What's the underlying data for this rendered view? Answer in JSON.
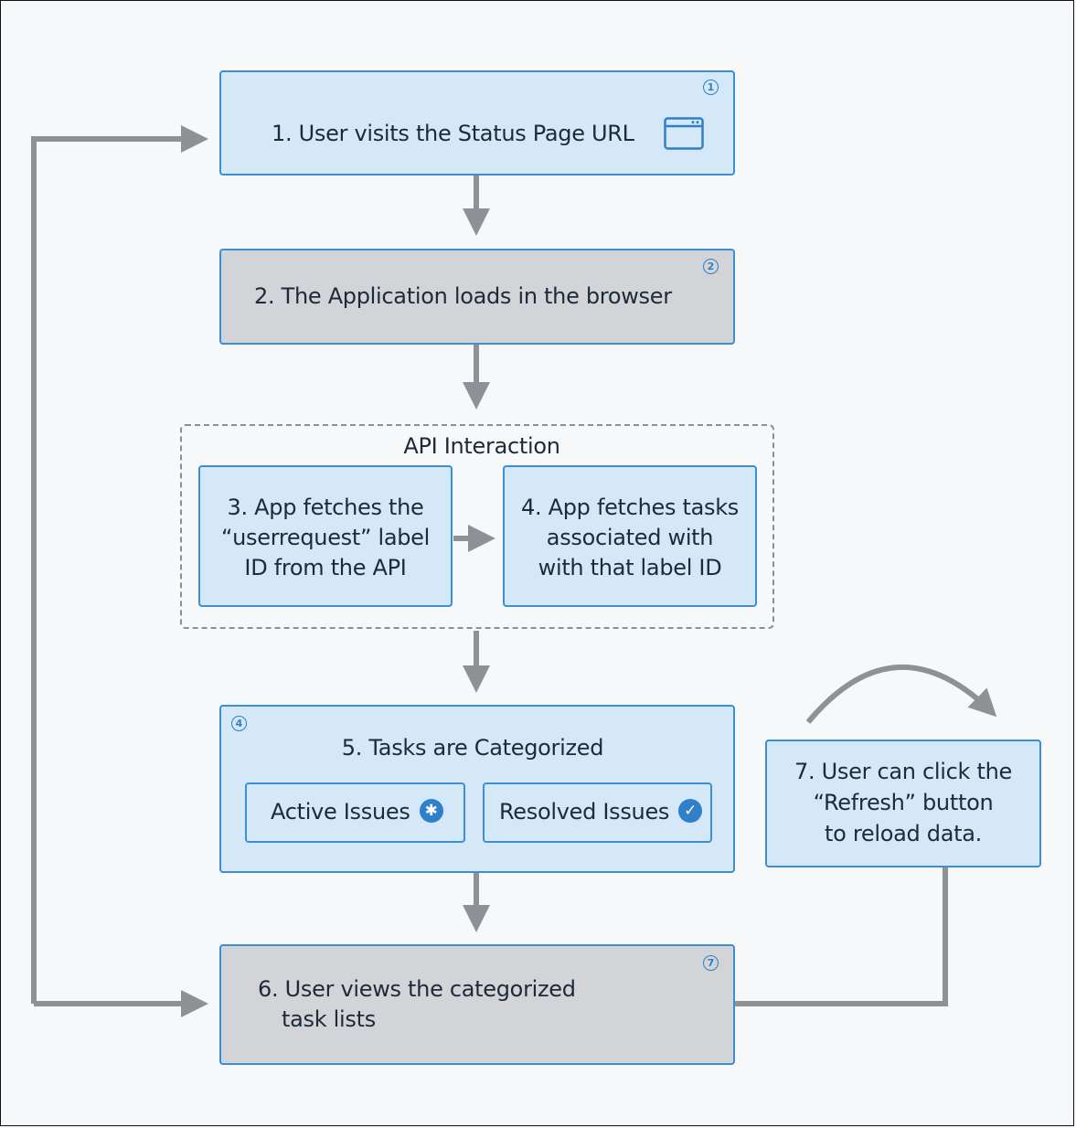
{
  "steps": {
    "s1": {
      "text": "1. User visits the Status Page URL",
      "badge": "1"
    },
    "s2": {
      "text": "2. The Application loads in the browser",
      "badge": "2"
    },
    "group_label": "API Interaction",
    "s3": {
      "line1": "3. App fetches the",
      "line2": "“userrequest” label",
      "line3": "ID from the API"
    },
    "s4": {
      "line1": "4. App fetches tasks",
      "line2": "associated with",
      "line3": "with that label ID"
    },
    "s5": {
      "title": "5. Tasks are Categorized",
      "badge": "4",
      "active": "Active Issues",
      "resolved": "Resolved Issues"
    },
    "s6": {
      "line1": "6. User views the categorized",
      "line2": "task lists",
      "badge": "7"
    },
    "s7": {
      "line1": "7. User can click the",
      "line2": "“Refresh” button",
      "line3": "to reload data."
    }
  },
  "icons": {
    "browser": "browser-window-icon",
    "active": "wrench-icon",
    "resolved": "check-circle-icon"
  },
  "colors": {
    "blue_fill": "#d4e8f7",
    "gray_fill": "#d2d4d7",
    "border": "#3a8fd6",
    "arrow": "#8e9297"
  }
}
